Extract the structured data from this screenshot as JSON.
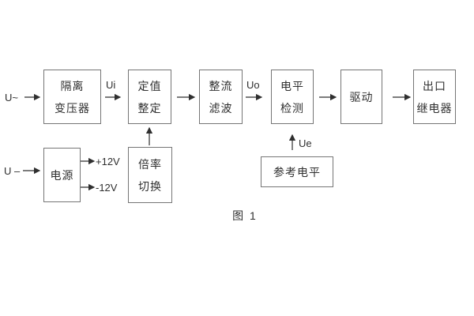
{
  "diagram": {
    "caption": "图 1",
    "blocks": {
      "isolation_transformer": "隔离\n变压器",
      "value_setting": "定值\n整定",
      "rectify_filter": "整流\n滤波",
      "level_detect": "电平\n检测",
      "drive": "驱动",
      "output_relay": "出口\n继电器",
      "power_supply": "电源",
      "ratio_switch": "倍率\n切换",
      "reference_level": "参考电平"
    },
    "labels": {
      "input_ac": "U~",
      "input_dc": "U –",
      "ui": "Ui",
      "uo": "Uo",
      "ue": "Ue",
      "plus_12v": "+12V",
      "minus_12v": "-12V"
    },
    "colors": {
      "background": "#ffffff",
      "box_border": "#757575",
      "line": "#2f2f2f",
      "text": "#2f2f2f"
    }
  }
}
